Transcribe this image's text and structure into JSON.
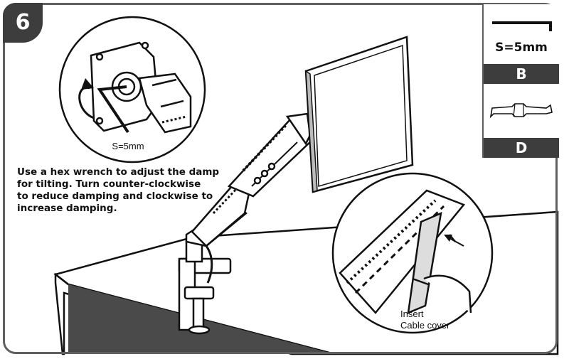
{
  "step_number": "6",
  "instruction_lines": [
    "Use a hex wrench to adjust the damp",
    "for tilting. Turn counter-clockwise",
    "to reduce damping and clockwise to",
    "increase damping."
  ],
  "detail_wrench_size": "S=5mm",
  "cable_callout": {
    "line1": "Insert",
    "line2": "Cable cover"
  },
  "parts": [
    {
      "size": "S=5mm",
      "label": "B",
      "icon": "hex-wrench-icon"
    },
    {
      "label": "D",
      "icon": "cable-cover-icon"
    }
  ],
  "colors": {
    "frame": "#5f5f5f",
    "badge": "#3d3d3d",
    "line": "#111111",
    "desk_side": "#4a4a4a"
  }
}
